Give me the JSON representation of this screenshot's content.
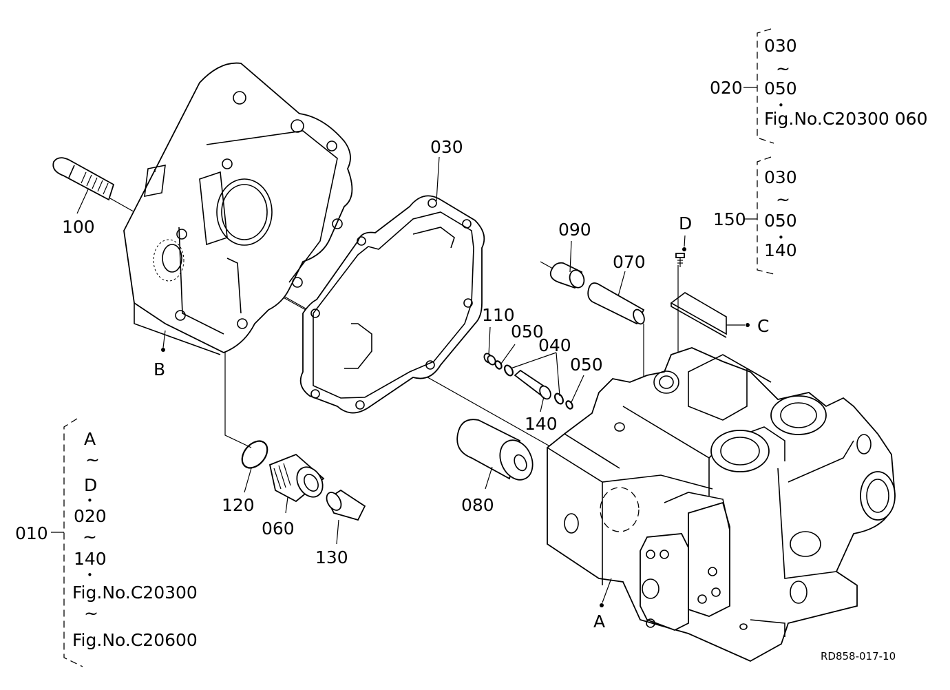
{
  "diagram_id": "RD858-017-10",
  "callouts": {
    "c030": "030",
    "c100": "100",
    "cB": "B",
    "c120": "120",
    "c060": "060",
    "c130": "130",
    "c080": "080",
    "c090": "090",
    "c070": "070",
    "c110": "110",
    "c050a": "050",
    "c040": "040",
    "c050b": "050",
    "c140": "140",
    "cD": "D",
    "cC": "C",
    "cA": "A"
  },
  "group_020": {
    "id": "020",
    "lines": [
      "030",
      "~",
      "050",
      "•",
      "Fig.No.C20300  060"
    ]
  },
  "group_150": {
    "id": "150",
    "lines": [
      "030",
      "~",
      "050",
      "•",
      "140"
    ]
  },
  "group_010": {
    "id": "010",
    "lines": [
      "A",
      "~",
      "D",
      "•",
      "020",
      "~",
      "140",
      "•",
      "Fig.No.C20300",
      "~",
      "Fig.No.C20600"
    ]
  }
}
